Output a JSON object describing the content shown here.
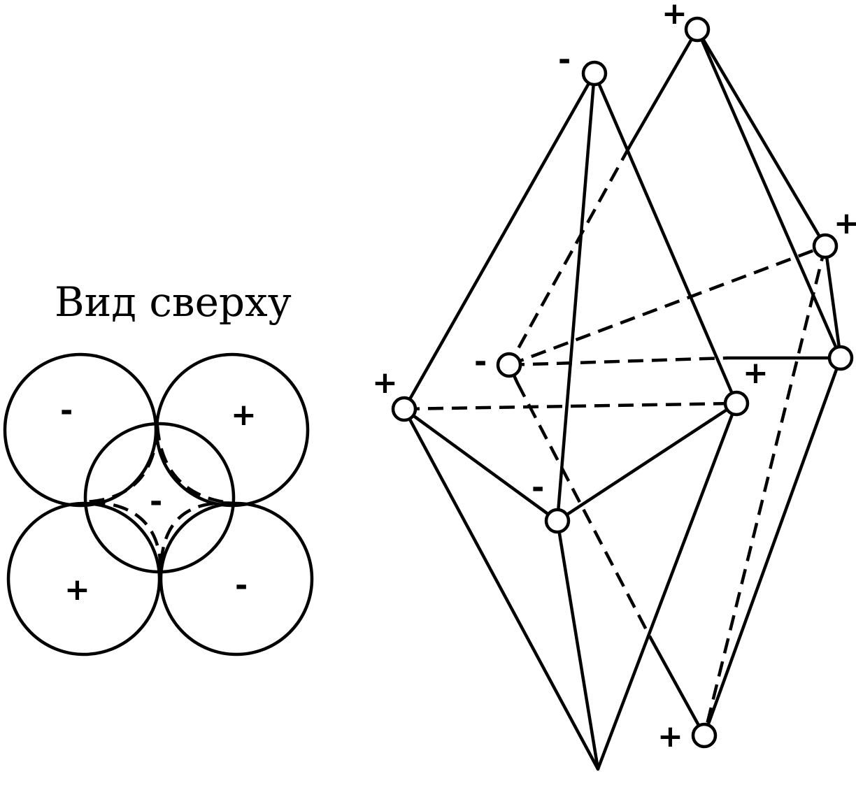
{
  "top_view": {
    "title": "Вид сверху",
    "lobes": [
      {
        "id": "top-left",
        "sign": "-"
      },
      {
        "id": "top-right",
        "sign": "+"
      },
      {
        "id": "bottom-left",
        "sign": "+"
      },
      {
        "id": "bottom-right",
        "sign": "-"
      }
    ],
    "center_sign": "-"
  },
  "structure": {
    "nodes": [
      {
        "id": "top",
        "sign": "+"
      },
      {
        "id": "upper",
        "sign": "-"
      },
      {
        "id": "right-top",
        "sign": "+"
      },
      {
        "id": "left",
        "sign": "+"
      },
      {
        "id": "back-left",
        "sign": "-"
      },
      {
        "id": "mid-right",
        "sign": "+"
      },
      {
        "id": "front",
        "sign": "-"
      },
      {
        "id": "right",
        "sign": ""
      },
      {
        "id": "bottom-right",
        "sign": "+"
      },
      {
        "id": "apex",
        "sign": ""
      }
    ]
  }
}
